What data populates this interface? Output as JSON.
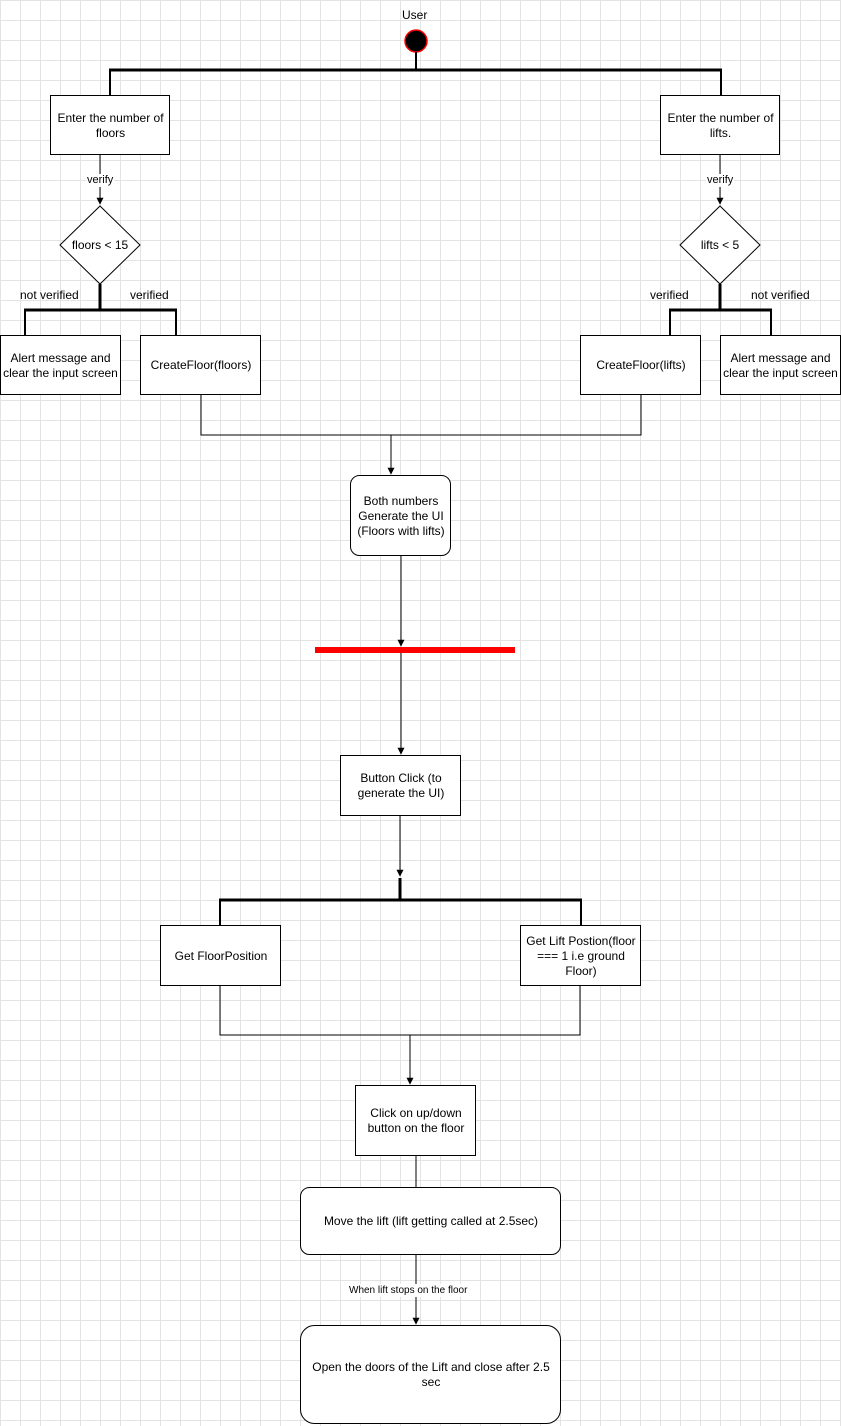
{
  "start": {
    "label": "User"
  },
  "inputs": {
    "floors": "Enter the number of floors",
    "lifts": "Enter the number of lifts."
  },
  "edge_labels": {
    "verify_left": "verify",
    "verify_right": "verify",
    "not_verified_left": "not verified",
    "verified_left": "verified",
    "verified_right": "verified",
    "not_verified_right": "not verified",
    "lift_stops": "When lift stops on the floor"
  },
  "decisions": {
    "floors": "floors < 15",
    "lifts": "lifts < 5"
  },
  "actions": {
    "alert_left": "Alert message and clear the input screen",
    "create_floors": "CreateFloor(floors)",
    "create_lifts": "CreateFloor(lifts)",
    "alert_right": "Alert message and clear the input screen",
    "generate_ui": "Both numbers Generate the UI (Floors with lifts)",
    "button_click": "Button Click (to generate the UI)",
    "get_floor_position": "Get FloorPosition",
    "get_lift_position": "Get Lift Postion(floor === 1 i.e ground Floor)",
    "click_updown": "Click on up/down button on the floor",
    "move_lift": "Move the lift (lift getting called at 2.5sec)",
    "open_doors": "Open the doors of the Lift and close after 2.5 sec"
  },
  "colors": {
    "stroke": "#000000",
    "fork_bar": "#ff0000",
    "start_fill": "#000000",
    "start_border": "#ff0000",
    "grid": "#e3e3e3"
  }
}
